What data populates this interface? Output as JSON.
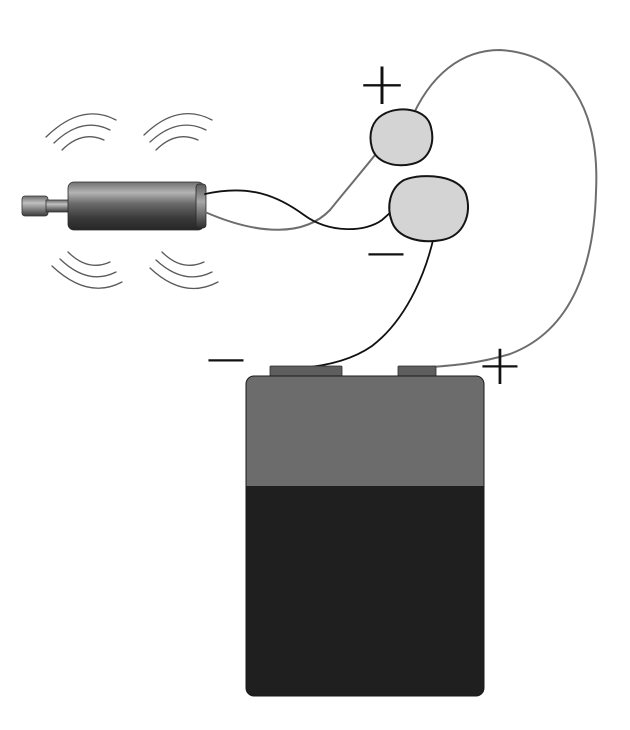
{
  "diagram": {
    "labels": [
      {
        "id": "plus-label-top",
        "text": "+"
      },
      {
        "id": "minus-label-middle",
        "text": "−"
      },
      {
        "id": "minus-label-battery",
        "text": "−"
      },
      {
        "id": "plus-label-battery",
        "text": "+"
      }
    ],
    "colors": {
      "wire_gray": "#6d6d6d",
      "wire_black": "#111111",
      "pad_fill": "#d4d4d4",
      "pad_stroke": "#141414",
      "battery_top": "#6c6c6c",
      "battery_bottom": "#1f1f1f",
      "vibration_lines": "#5a5a5a",
      "motor_body_dark": "#3b3b3b",
      "motor_body_light": "#8c8c8c"
    }
  }
}
